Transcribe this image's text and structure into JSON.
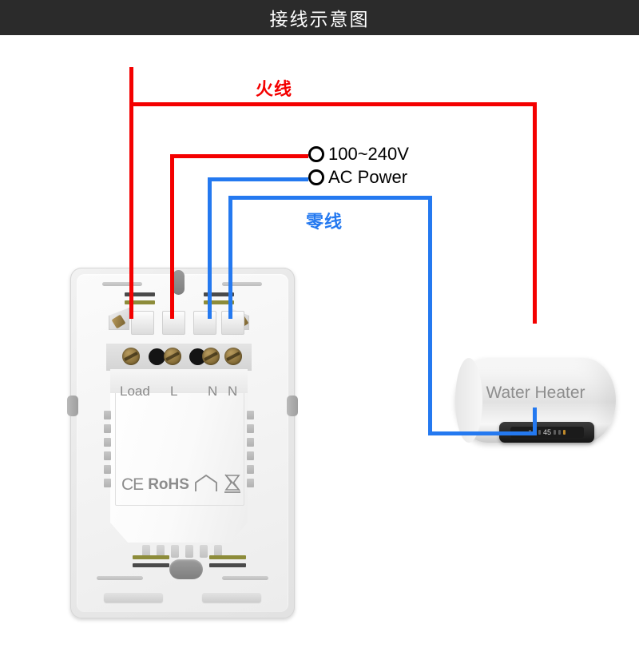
{
  "header": {
    "title": "接线示意图"
  },
  "wires": {
    "live_label": "火线",
    "neutral_label": "零线",
    "live_color": "#f40000",
    "neutral_color": "#2479f0"
  },
  "power_source": {
    "voltage_label": "100~240V",
    "power_label": "AC Power",
    "terminal_icon": "circle-terminal-icon"
  },
  "switch_module": {
    "terminal_labels": [
      "Load",
      "L",
      "N",
      "N"
    ],
    "certifications": {
      "ce": "CE",
      "rohs": "RoHS",
      "house_icon": "house-icon",
      "weee_icon": "crossed-out-bin-icon"
    }
  },
  "appliance": {
    "name": "Water Heater",
    "panel_value": "45"
  }
}
